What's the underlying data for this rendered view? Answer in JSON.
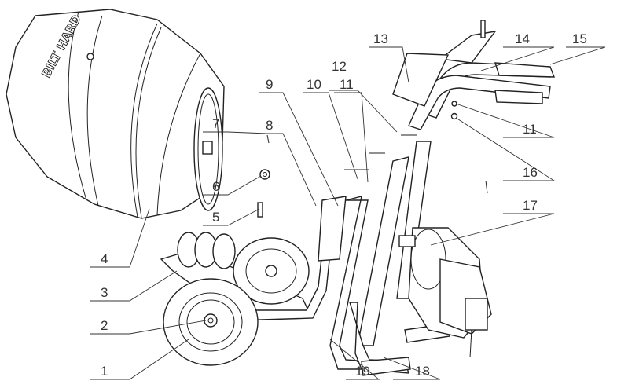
{
  "drum_logo": "BILT HARD",
  "callouts": [
    "1",
    "2",
    "3",
    "4",
    "5",
    "6",
    "7",
    "8",
    "9",
    "10",
    "11",
    "11",
    "12",
    "13",
    "14",
    "15",
    "16",
    "17",
    "18",
    "19"
  ]
}
